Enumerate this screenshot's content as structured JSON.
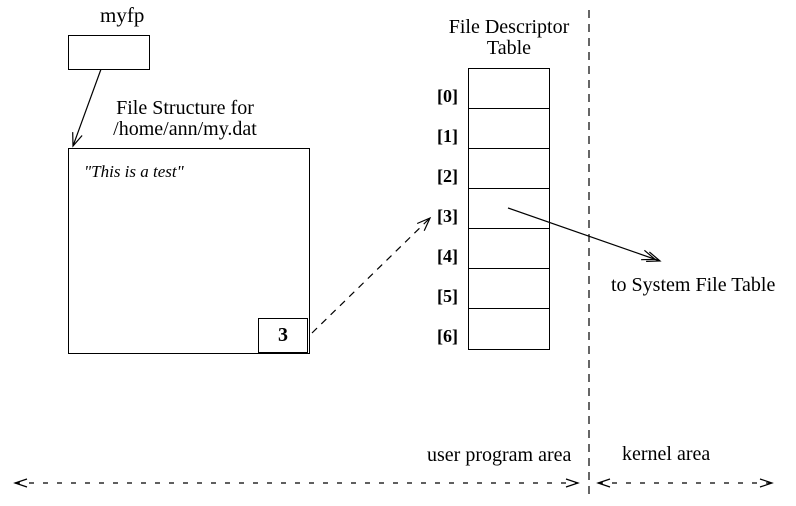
{
  "diagram": {
    "myfp_label": "myfp",
    "file_structure": {
      "title_line1": "File Structure for",
      "title_line2": "/home/ann/my.dat",
      "content_quote": "\"This is a test\"",
      "descriptor_value": "3"
    },
    "fd_table": {
      "title_line1": "File Descriptor",
      "title_line2": "Table",
      "labels": [
        "[0]",
        "[1]",
        "[2]",
        "[3]",
        "[4]",
        "[5]",
        "[6]"
      ]
    },
    "system_file_table_label": "to System File Table",
    "areas": {
      "user": "user program area",
      "kernel": "kernel area"
    },
    "colors": {
      "ink": "#000000",
      "background": "#ffffff"
    }
  }
}
